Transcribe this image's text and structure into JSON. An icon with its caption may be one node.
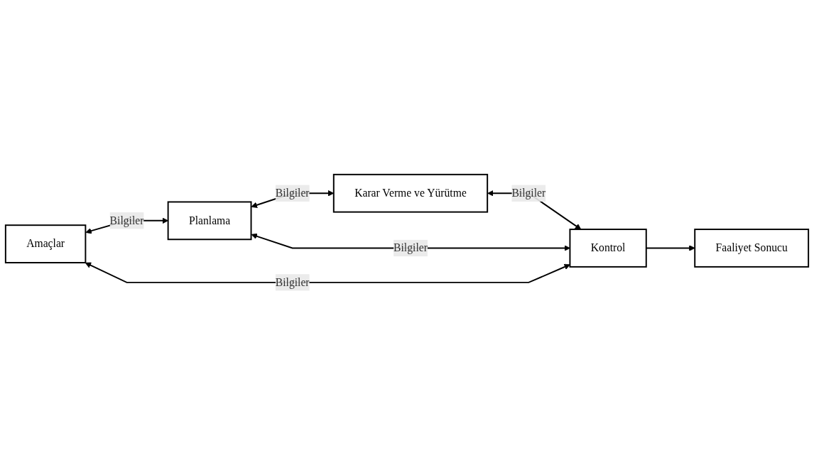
{
  "diagram": {
    "nodes": [
      {
        "text": [
          "Amaçlar"
        ]
      },
      {
        "text": [
          "Planlama"
        ]
      },
      {
        "text": [
          "Karar Verme ve Yürütme"
        ]
      },
      {
        "text": [
          "Kontrol"
        ]
      },
      {
        "text": [
          "Faaliyet Sonucu"
        ]
      }
    ],
    "edges": [
      {
        "from": 0,
        "to": 1,
        "arrow": "both",
        "label": "Bilgiler"
      },
      {
        "from": 1,
        "to": 2,
        "arrow": "both",
        "label": "Bilgiler"
      },
      {
        "from": 2,
        "to": 3,
        "arrow": "both",
        "label": "Bilgiler"
      },
      {
        "from": 3,
        "to": 4,
        "arrow": "to"
      },
      {
        "from": 1,
        "to": 3,
        "arrow": "both",
        "label": "Bilgiler"
      },
      {
        "from": 0,
        "to": 3,
        "arrow": "both",
        "label": "Bilgiler"
      }
    ]
  }
}
